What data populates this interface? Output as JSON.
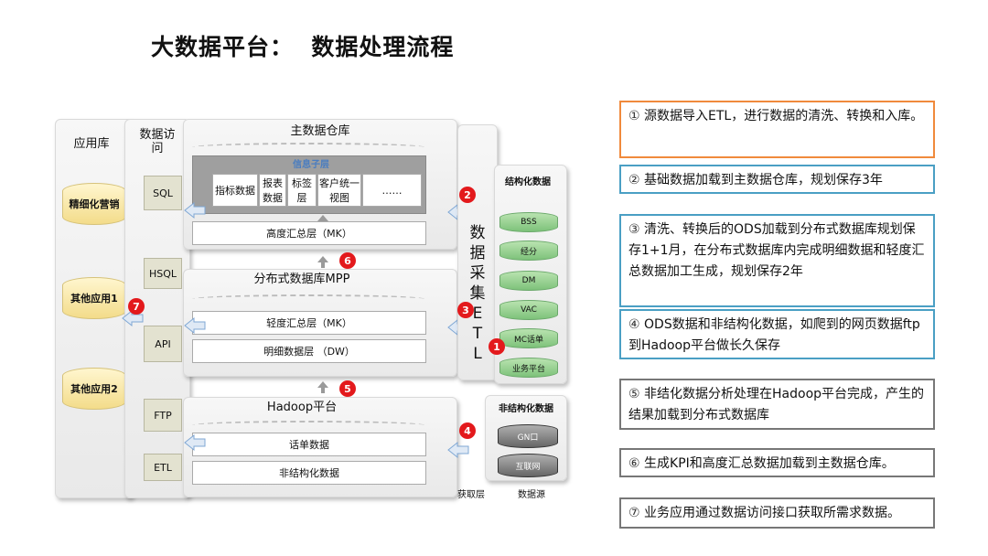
{
  "title": "大数据平台：  数据处理流程",
  "app_layer": {
    "label": "应用库",
    "items": [
      "精细化营销",
      "其他应用1",
      "其他应用2"
    ]
  },
  "access_layer": {
    "label": "数据访问",
    "items": [
      "SQL",
      "HSQL",
      "API",
      "FTP",
      "ETL"
    ]
  },
  "warehouse": {
    "label": "主数据仓库",
    "subject_label": "信息子层",
    "subject_items": [
      "指标数据",
      "报表数据",
      "标签层",
      "客户统一视图",
      "……"
    ],
    "summary": "高度汇总层（MK）"
  },
  "mpp": {
    "label": "分布式数据库MPP",
    "layers": [
      "轻度汇总层（MK）",
      "明细数据层 （DW）"
    ]
  },
  "hadoop": {
    "label": "Hadoop平台",
    "layers": [
      "话单数据",
      "非结构化数据"
    ]
  },
  "etl": {
    "chars": [
      "数",
      "据",
      "采",
      "集",
      "E",
      "T",
      "L"
    ]
  },
  "sources": {
    "structured_label": "结构化数据",
    "structured": [
      "BSS",
      "经分",
      "DM",
      "VAC",
      "MC话单",
      "业务平台"
    ],
    "unstructured_label": "非结构化数据",
    "unstructured": [
      "GN口",
      "互联网"
    ]
  },
  "footer": {
    "acquire": "获取层",
    "source": "数据源"
  },
  "badges": [
    "1",
    "2",
    "3",
    "4",
    "5",
    "6",
    "7"
  ],
  "notes": [
    {
      "num": "①",
      "text": "源数据导入ETL，进行数据的清洗、转换和入库。",
      "color": "#f08a3c"
    },
    {
      "num": "②",
      "text": "基础数据加载到主数据仓库，规划保存3年",
      "color": "#4a9fc4"
    },
    {
      "num": "③",
      "text": "清洗、转换后的ODS加载到分布式数据库规划保存1+1月，在分布式数据库内完成明细数据和轻度汇总数据加工生成，规划保存2年",
      "color": "#4a9fc4"
    },
    {
      "num": "④",
      "text": "ODS数据和非结构化数据，如爬到的网页数据ftp到Hadoop平台做长久保存",
      "color": "#4a9fc4"
    },
    {
      "num": "⑤",
      "text": "非结化数据分析处理在Hadoop平台完成，产生的结果加载到分布式数据库",
      "color": "#777777"
    },
    {
      "num": "⑥",
      "text": "生成KPI和高度汇总数据加载到主数据仓库。",
      "color": "#777777"
    },
    {
      "num": "⑦",
      "text": "业务应用通过数据访问接口获取所需求数据。",
      "color": "#777777"
    }
  ]
}
